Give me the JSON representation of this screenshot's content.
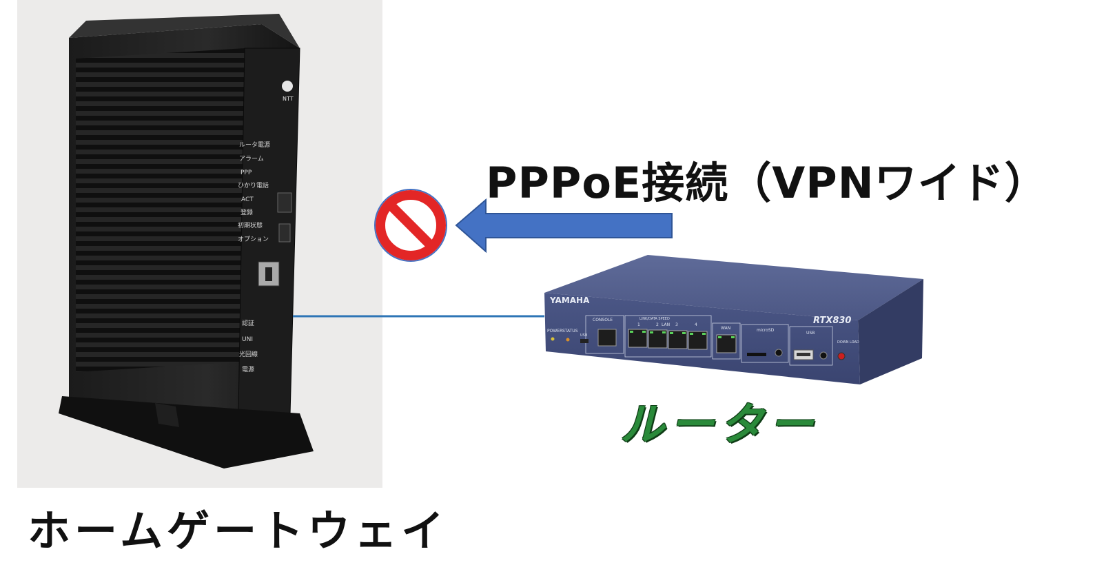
{
  "labels": {
    "home_gateway": "ホームゲートウェイ",
    "connection": "PPPoE接続（VPNワイド）",
    "router": "ルーター"
  },
  "gateway_device": {
    "brand": "NTT",
    "indicators": [
      "ルータ電源",
      "アラーム",
      "PPP",
      "ひかり電話",
      "ACT",
      "登録",
      "初期状態",
      "オプション"
    ],
    "lower_indicators": [
      "認証",
      "UNI",
      "光回線",
      "電源"
    ]
  },
  "router_device": {
    "brand": "YAMAHA",
    "model": "RTX830",
    "port_labels": {
      "console": "CONSOLE",
      "lan_header": "LINK/DATA  SPEED",
      "lan": "LAN",
      "lan_numbers": [
        "1",
        "2",
        "3",
        "4"
      ],
      "wan": "WAN",
      "microsd": "microSD",
      "usb": "USB",
      "usb_small": "USB",
      "power": "POWER",
      "status": "STATUS",
      "download": "DOWN LOAD"
    }
  },
  "colors": {
    "arrow": "#4472c4",
    "line": "#2e75b6",
    "prohibit_red": "#e32626",
    "prohibit_border": "#4472c4",
    "router_text": "#2a8a3a"
  },
  "icons": {
    "blocked": "prohibited-icon",
    "arrow": "left-arrow-icon"
  }
}
